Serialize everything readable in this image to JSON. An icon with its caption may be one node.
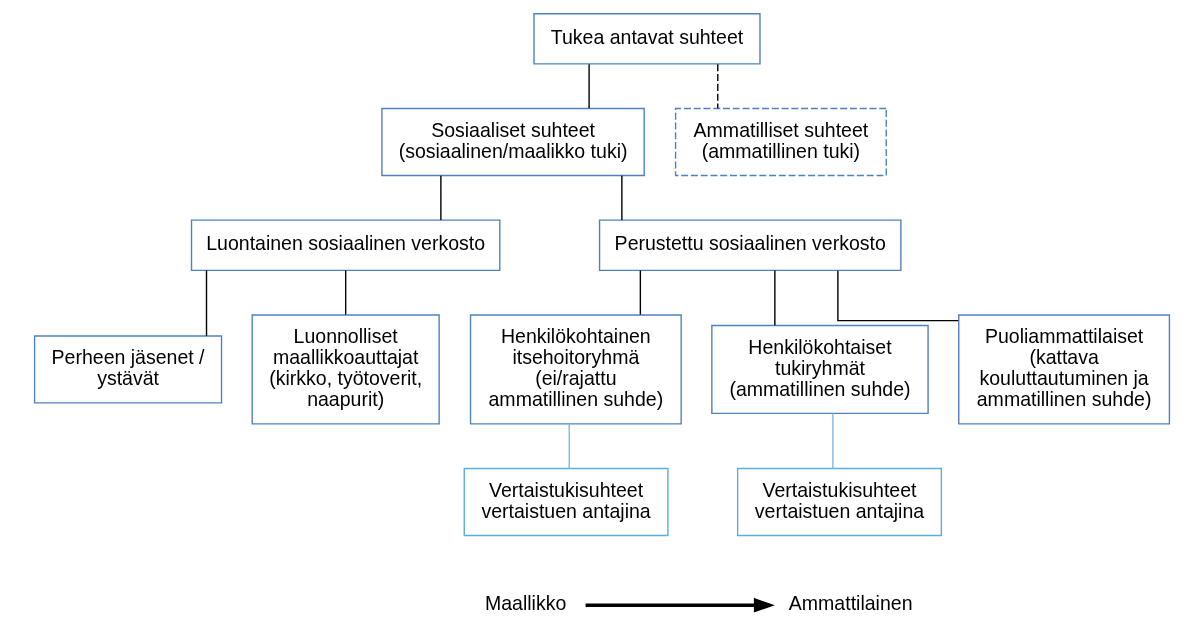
{
  "diagram": {
    "nodes": [
      {
        "text": [
          "Tukea antavat suhteet"
        ]
      },
      {
        "text": [
          "Sosiaaliset suhteet (sosiaalinen/maalikko tuki)"
        ]
      },
      {
        "text": [
          "Ammatilliset suhteet (ammatillinen tuki)"
        ]
      },
      {
        "text": [
          "Luontainen sosiaalinen verkosto"
        ]
      },
      {
        "text": [
          "Perustettu sosiaalinen verkosto"
        ]
      },
      {
        "text": [
          "Perheen jäsenet / ystävät"
        ]
      },
      {
        "text": [
          "Luonnolliset maallikkoauttajat (kirkko, työtoverit, naapurit)"
        ]
      },
      {
        "text": [
          "Henkilökohtainen itsehoitoryhmä (ei/rajattu ammatillinen suhde)"
        ]
      },
      {
        "text": [
          "Henkilökohtaiset tukiryhmät (ammatillinen suhde)"
        ]
      },
      {
        "text": [
          "Puoliammattilaiset (kattava kouluttautuminen ja ammatillinen suhde)"
        ]
      },
      {
        "text": [
          "Vertaistukisuhteet vertaistuen antajina"
        ]
      },
      {
        "text": [
          "Vertaistukisuhteet vertaistuen antajina"
        ]
      },
      {
        "text": [
          "Maallikko"
        ]
      },
      {
        "text": [
          "Ammattilainen"
        ]
      }
    ],
    "edges": [
      {
        "from": 0,
        "to": 1,
        "arrow": "none"
      },
      {
        "from": 0,
        "to": 2,
        "arrow": "none",
        "style": "dashed"
      },
      {
        "from": 1,
        "to": 3,
        "arrow": "none"
      },
      {
        "from": 1,
        "to": 4,
        "arrow": "none"
      },
      {
        "from": 3,
        "to": 5,
        "arrow": "none"
      },
      {
        "from": 3,
        "to": 6,
        "arrow": "none"
      },
      {
        "from": 4,
        "to": 7,
        "arrow": "none"
      },
      {
        "from": 4,
        "to": 8,
        "arrow": "none"
      },
      {
        "from": 4,
        "to": 9,
        "arrow": "none"
      },
      {
        "from": 7,
        "to": 10,
        "arrow": "none",
        "color": "#7fb8e6"
      },
      {
        "from": 8,
        "to": 11,
        "arrow": "none",
        "color": "#7fb8e6"
      },
      {
        "from": 12,
        "to": 13,
        "arrow": "to",
        "style": "thick"
      }
    ]
  }
}
